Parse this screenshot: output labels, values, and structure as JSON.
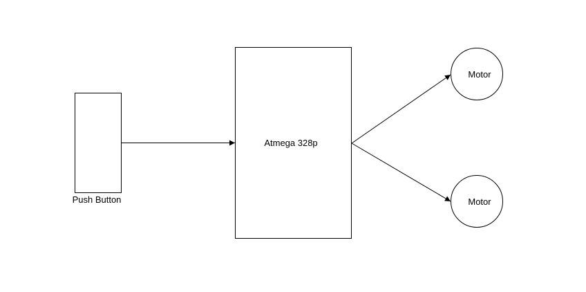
{
  "diagram": {
    "nodes": {
      "push_button": {
        "label": "Push Button"
      },
      "mcu": {
        "label": "Atmega 328p"
      },
      "motor_top": {
        "label": "Motor"
      },
      "motor_bottom": {
        "label": "Motor"
      }
    },
    "edges": [
      {
        "from": "push_button",
        "to": "mcu"
      },
      {
        "from": "mcu",
        "to": "motor_top"
      },
      {
        "from": "mcu",
        "to": "motor_bottom"
      }
    ],
    "colors": {
      "stroke": "#000000",
      "background": "#ffffff"
    }
  }
}
